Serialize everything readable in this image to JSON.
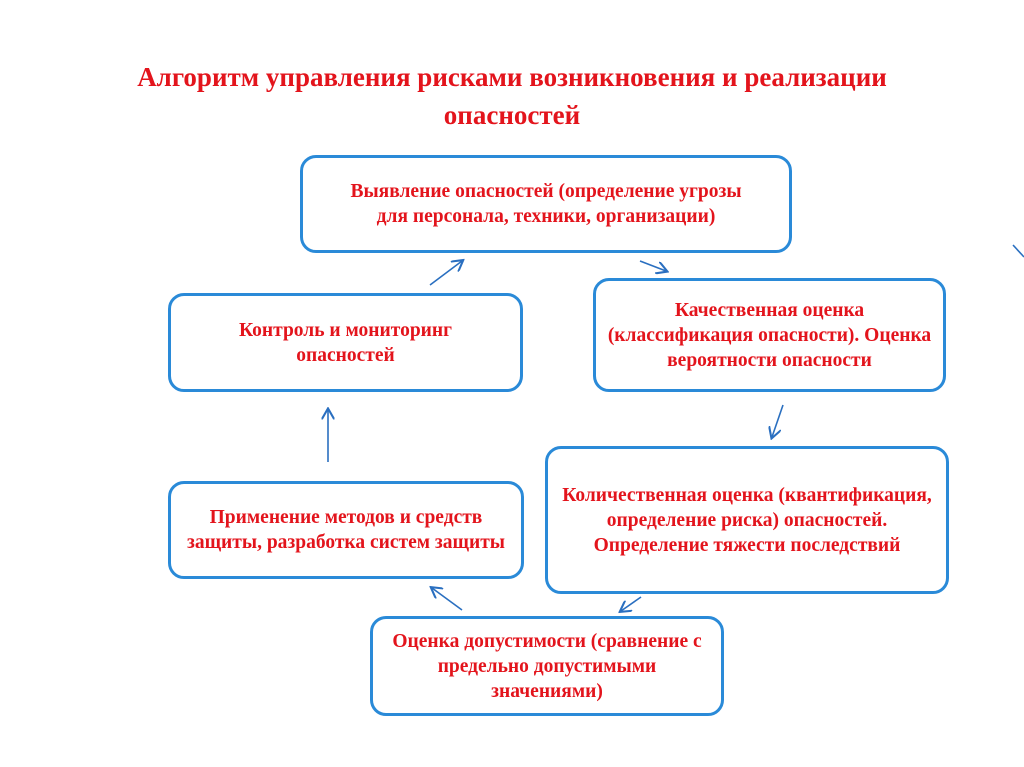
{
  "title": "Алгоритм управления рисками возникновения и реализации опасностей",
  "steps": [
    "Выявление опасностей (определение угрозы для персонала, техники, организации)",
    "Качественная оценка (классификация опасности). Оценка вероятности  опасности",
    "Количественная оценка (квантификация, определение риска) опасностей. Определение тяжести последствий",
    "Оценка допустимости (сравнение с предельно допустимыми значениями)",
    "Применение методов и средств защиты, разработка систем защиты",
    "Контроль и мониторинг опасностей"
  ],
  "colors": {
    "text": "#e3141c",
    "border": "#2a8ad8",
    "arrow": "#2a6fc0"
  }
}
